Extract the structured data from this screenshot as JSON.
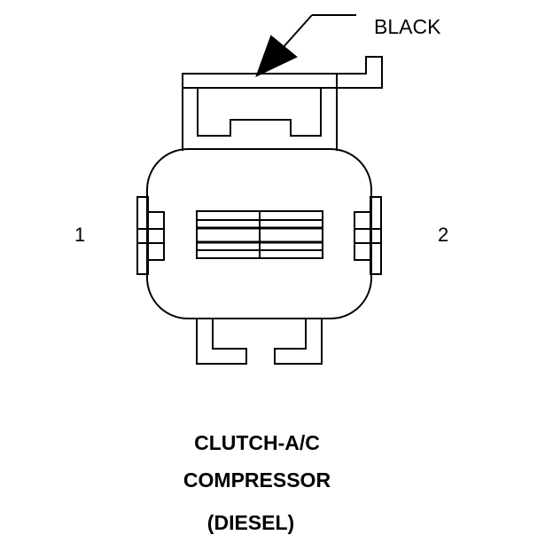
{
  "callout": {
    "color_label": "BLACK"
  },
  "pins": {
    "left": "1",
    "right": "2"
  },
  "caption": {
    "line1": "CLUTCH-A/C",
    "line2": "COMPRESSOR",
    "line3": "(DIESEL)"
  },
  "colors": {
    "line": "#000000",
    "background": "#ffffff"
  }
}
